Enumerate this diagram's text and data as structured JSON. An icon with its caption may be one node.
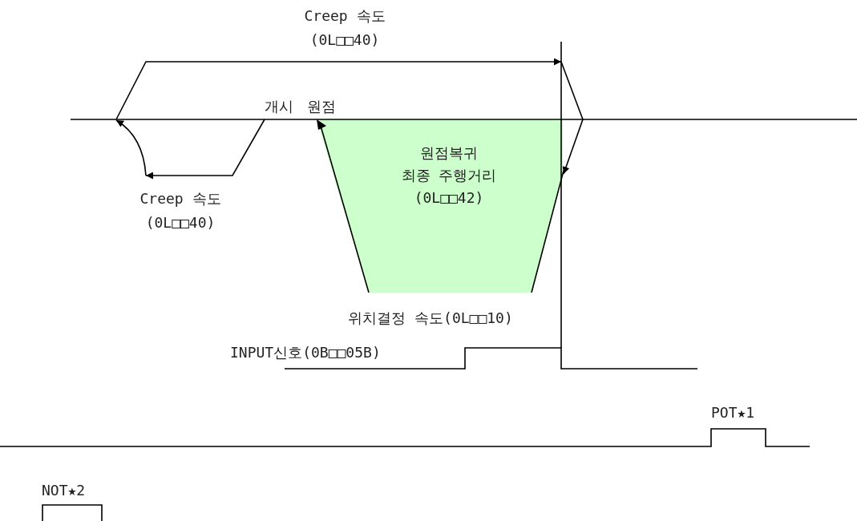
{
  "diagram": {
    "nodes": [
      {
        "text": [
          "원점복귀 최종 주행거리 (0L□□42)"
        ]
      }
    ],
    "labels": [
      "Creep 속도 (0L□□40)",
      "개시",
      "원점",
      "Creep 속도 (0L□□40)",
      "위치결정 속도(0L□□10)",
      "INPUT신호(0B□□05B)",
      "POT★1",
      "NOT★2"
    ]
  }
}
